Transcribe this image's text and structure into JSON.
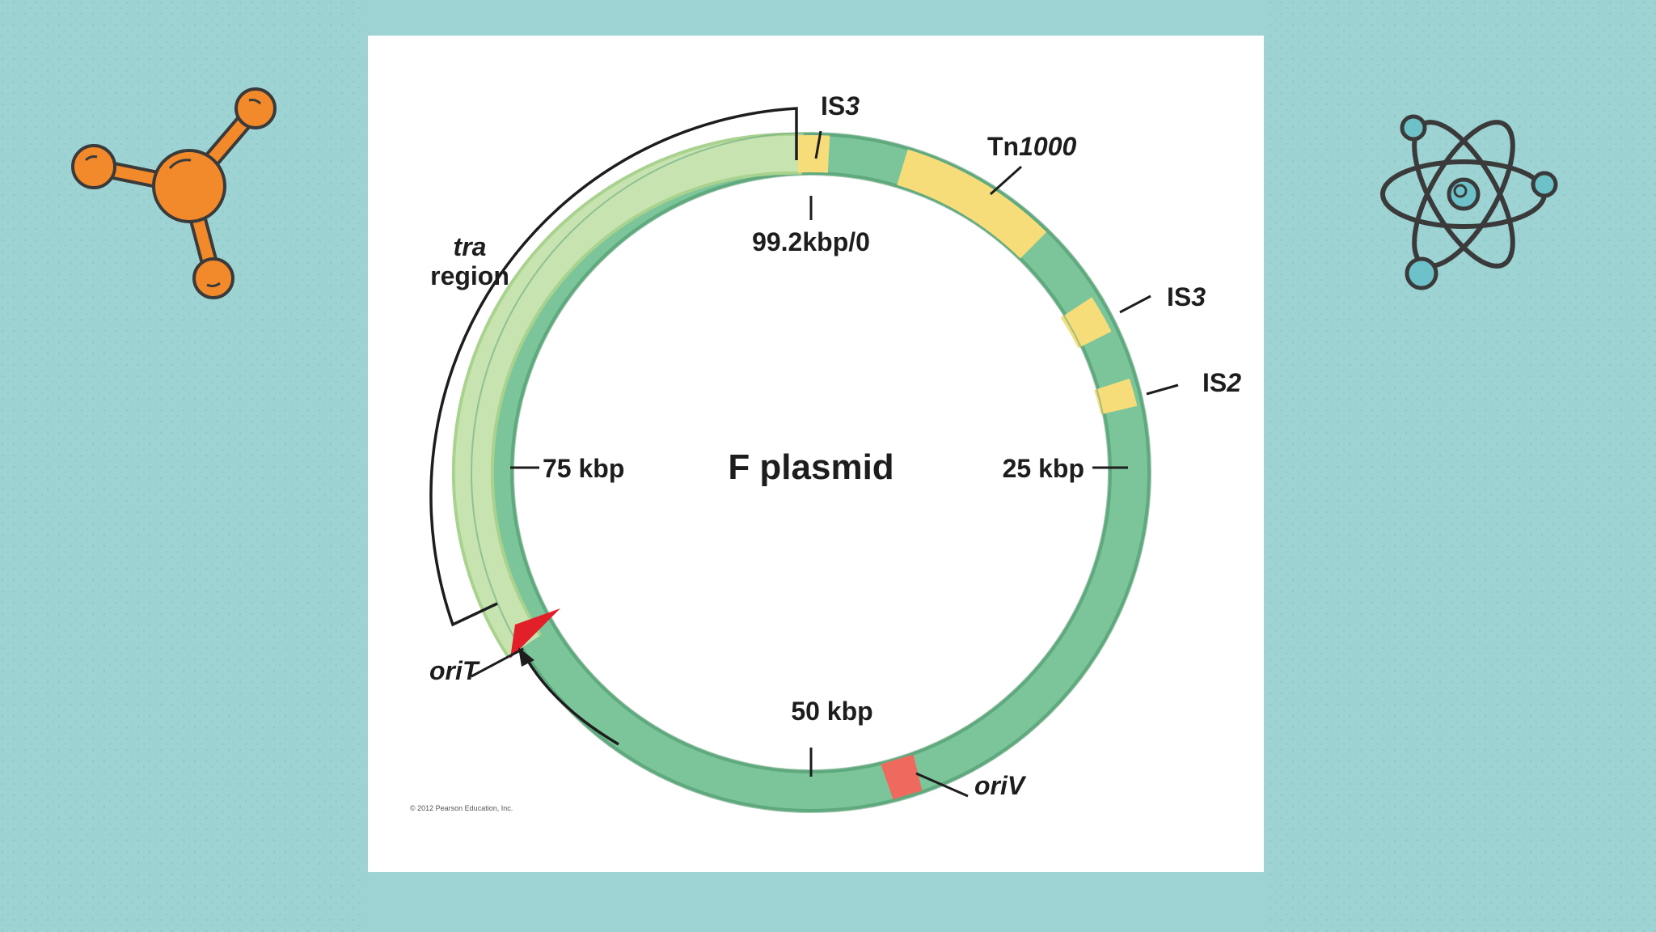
{
  "diagram": {
    "title": "F plasmid",
    "tick_labels": {
      "top": "99.2kbp/0",
      "right": "25 kbp",
      "bottom": "50 kbp",
      "left": "75 kbp"
    },
    "elements": {
      "is3_top": {
        "prefix": "IS",
        "number": "3"
      },
      "tn1000": {
        "prefix": "Tn",
        "number": "1000"
      },
      "is3_right": {
        "prefix": "IS",
        "number": "3"
      },
      "is2": {
        "prefix": "IS",
        "number": "2"
      },
      "oriT": "oriT",
      "oriV": "oriV"
    },
    "tra_region": {
      "line1": "tra",
      "line2": "region"
    },
    "copyright": "© 2012 Pearson Education, Inc."
  },
  "colors": {
    "background": "#9ed3d4",
    "plasmid_dark": "#7cc59a",
    "plasmid_light": "#c7e4b0",
    "insertion_yellow": "#f6dd7a",
    "oriV_red": "#ef6a5e",
    "oriT_arrow": "#e2202a",
    "molecule_orange": "#f28a2b",
    "atom_teal": "#6cc2c8"
  },
  "icons": [
    "molecule-icon",
    "atom-icon"
  ]
}
